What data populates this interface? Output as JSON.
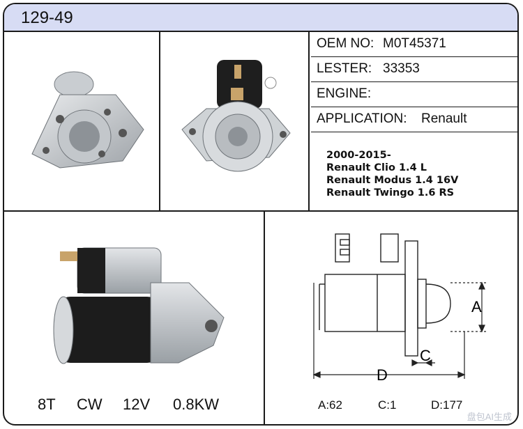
{
  "header": {
    "model": "129-49"
  },
  "specs": {
    "oem_label": "OEM NO:",
    "oem_value": "M0T45371",
    "lester_label": "LESTER:",
    "lester_value": "33353",
    "engine_label": "ENGINE:",
    "engine_value": "",
    "application_label": "APPLICATION:",
    "application_value": "Renault"
  },
  "application_details": {
    "years": "2000-2015-",
    "models": [
      "Renault Clio 1.4 L",
      "Renault Modus 1.4 16V",
      "Renault Twingo 1.6 RS"
    ]
  },
  "footer": {
    "teeth": "8T",
    "rotation": "CW",
    "voltage": "12V",
    "power": "0.8KW"
  },
  "dimensions": {
    "a": "A:62",
    "c": "C:1",
    "d": "D:177"
  },
  "diagram_labels": {
    "a": "A",
    "c": "C",
    "d": "D"
  },
  "watermark": "盘包AI生成"
}
